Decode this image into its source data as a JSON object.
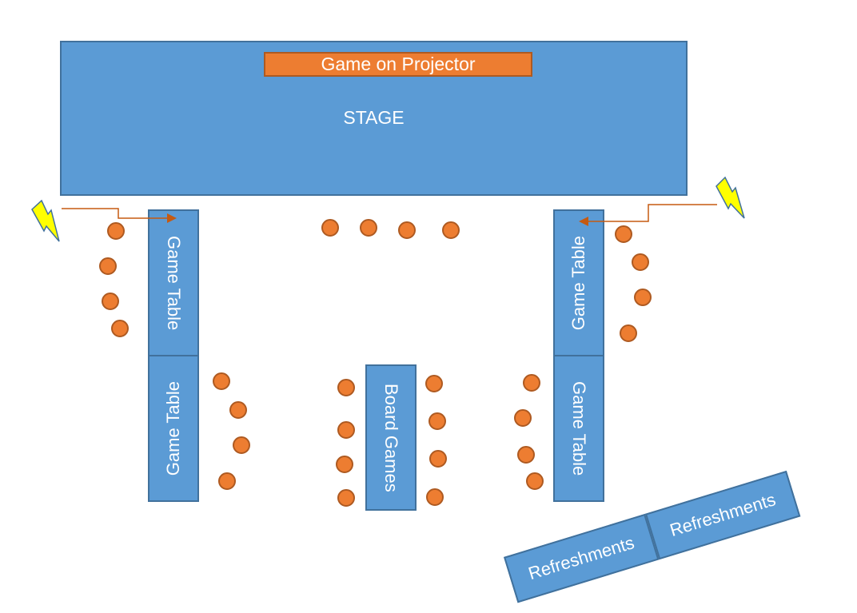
{
  "stage": {
    "label": "STAGE",
    "projector_label": "Game on Projector"
  },
  "tables": {
    "left_top": "Game Table",
    "left_bottom": "Game Table",
    "right_top": "Game Table",
    "right_bottom": "Game Table",
    "center": "Board Games"
  },
  "refreshments": [
    "Refreshments",
    "Refreshments"
  ],
  "icons": {
    "power": "lightning-bolt-icon"
  },
  "colors": {
    "stage": "#5b9bd5",
    "chair": "#ed7d31",
    "power_bolt": "#ffff00",
    "cable": "#c55a11"
  }
}
